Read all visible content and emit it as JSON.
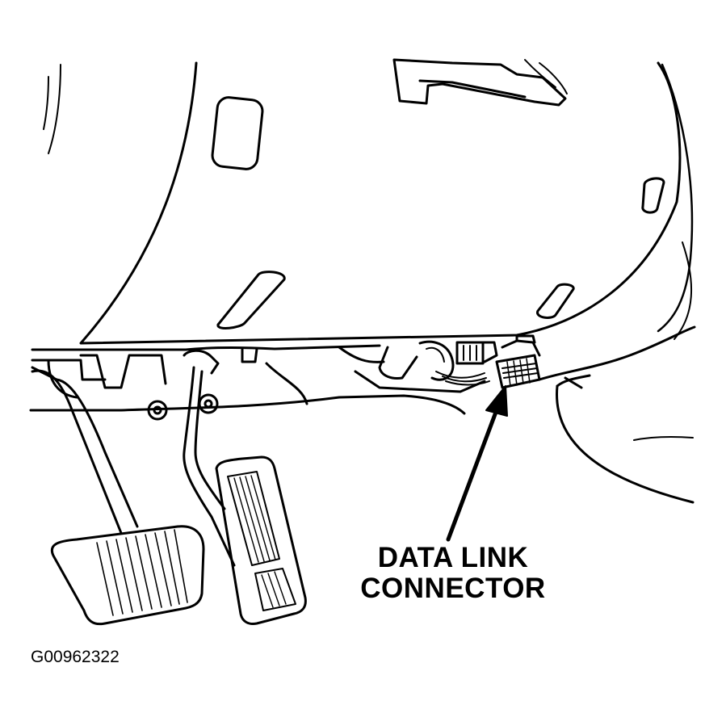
{
  "callout": {
    "line1": "DATA LINK",
    "line2": "CONNECTOR"
  },
  "figure_id": "G00962322",
  "colors": {
    "ink": "#000000",
    "paper": "#ffffff"
  }
}
